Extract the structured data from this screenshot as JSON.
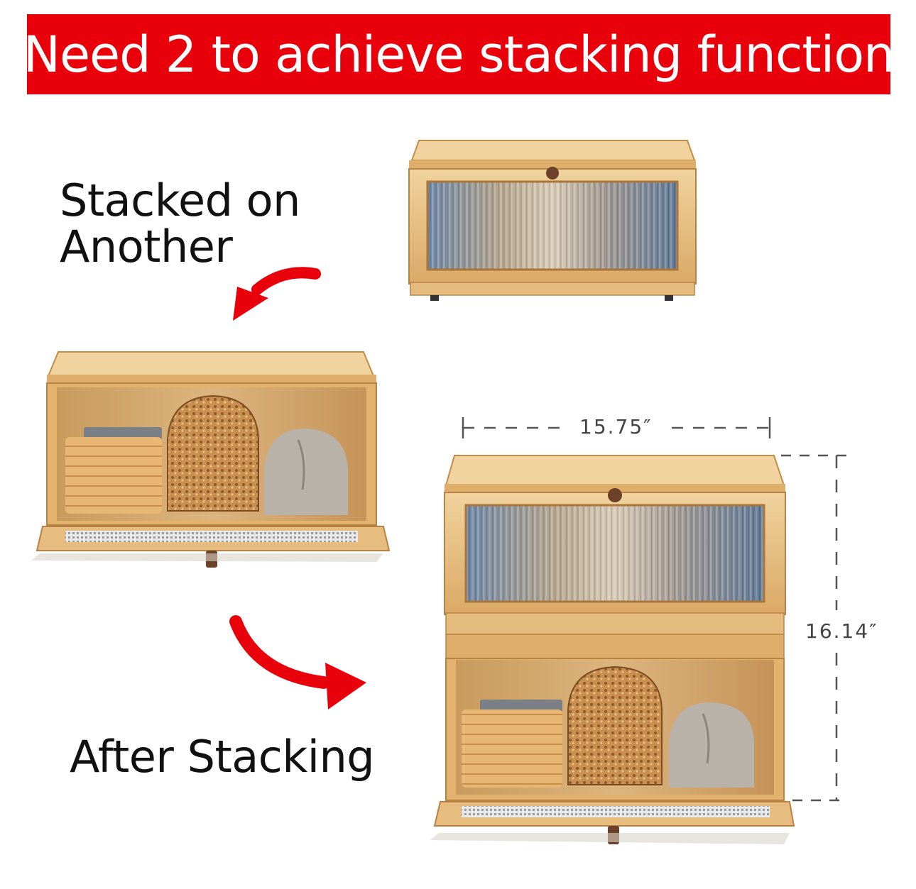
{
  "banner": {
    "text": "Need 2 to achieve stacking function",
    "color": "#e8000b"
  },
  "captions": {
    "stacked_line1": "Stacked on",
    "stacked_line2": "Another",
    "after": "After Stacking"
  },
  "dimensions": {
    "width": "15.75″",
    "height": "16.14″"
  },
  "colors": {
    "wood": "#e3b36d",
    "wood_light": "#efcf98",
    "wood_dark": "#c48d45",
    "arrow": "#e8000b"
  }
}
